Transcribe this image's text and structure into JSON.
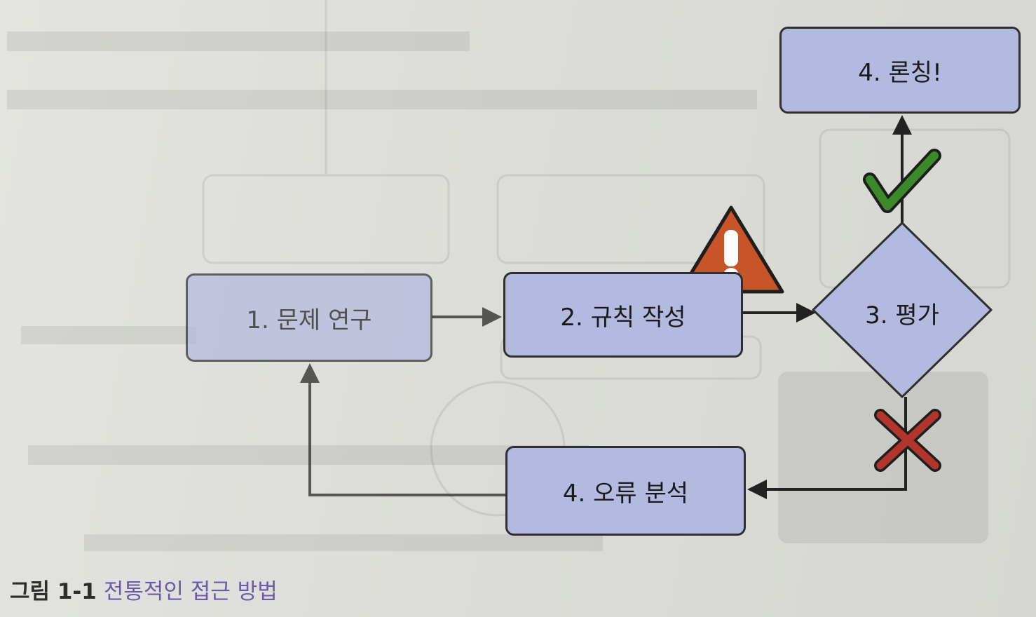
{
  "nodes": {
    "problem_study": "1. 문제 연구",
    "write_rules": "2. 규칙 작성",
    "evaluate": "3. 평가",
    "launch": "4. 론칭!",
    "error_analysis": "4. 오류 분석"
  },
  "icons": {
    "warning": "warning-icon",
    "success": "check-icon",
    "failure": "cross-icon"
  },
  "colors": {
    "box_fill": "#b4b9e0",
    "border": "#2f2f2f",
    "warning": "#c8552a",
    "check": "#3a8a2a",
    "cross": "#b2352c",
    "caption_title": "#6d5aa8"
  },
  "caption": {
    "number": "그림 1-1",
    "title": "전통적인 접근 방법"
  }
}
